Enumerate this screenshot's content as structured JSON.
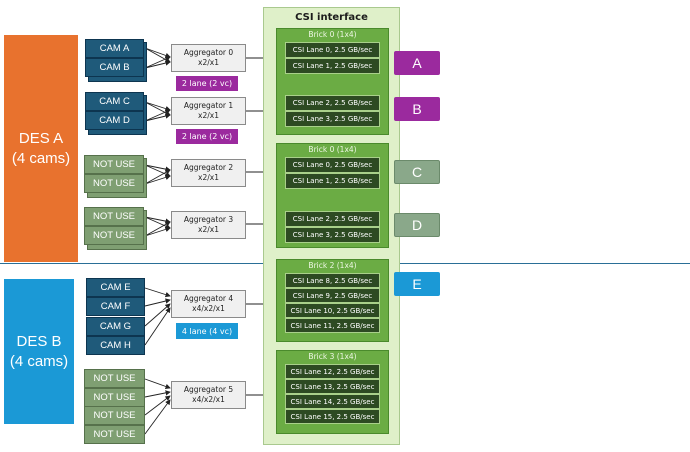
{
  "colors": {
    "des_a": "#e8722e",
    "des_b": "#1b99d6",
    "cam": "#1f5a7a",
    "not_use": "#7f9f72",
    "badge_purple": "#9b2a9e",
    "badge_blue": "#1b99d6",
    "letter_gray": "#8aa88a",
    "csi_bg": "#dff0c9",
    "brick": "#6bac44",
    "lane": "#2d4a22",
    "divider": "#2a6f97"
  },
  "des_a": "DES A\n(4 cams)",
  "des_b": "DES B\n(4 cams)",
  "cams": {
    "a": "CAM A",
    "b": "CAM B",
    "c": "CAM C",
    "d": "CAM D",
    "e": "CAM E",
    "f": "CAM F",
    "g": "CAM G",
    "h": "CAM H"
  },
  "not_use": "NOT USE",
  "aggregators": [
    {
      "name": "Aggregator 0",
      "mode": "x2/x1"
    },
    {
      "name": "Aggregator 1",
      "mode": "x2/x1"
    },
    {
      "name": "Aggregator 2",
      "mode": "x2/x1"
    },
    {
      "name": "Aggregator 3",
      "mode": "x2/x1"
    },
    {
      "name": "Aggregator 4",
      "mode": "x4/x2/x1"
    },
    {
      "name": "Aggregator 5",
      "mode": "x4/x2/x1"
    }
  ],
  "badges": {
    "agg0": "2 lane (2 vc)",
    "agg1": "2 lane (2 vc)",
    "agg4": "4 lane (4 vc)"
  },
  "csi_title": "CSI interface",
  "bricks": [
    {
      "title": "Brick 0 (1x4)",
      "lanes": [
        "CSI Lane 0, 2.5 GB/sec",
        "CSI Lane 1, 2.5 GB/sec",
        "CSI Lane 2, 2.5 GB/sec",
        "CSI Lane 3, 2.5 GB/sec"
      ]
    },
    {
      "title": "Brick 0 (1x4)",
      "lanes": [
        "CSI Lane 0, 2.5 GB/sec",
        "CSI Lane 1, 2.5 GB/sec",
        "CSI Lane 2, 2.5 GB/sec",
        "CSI Lane 3, 2.5 GB/sec"
      ]
    },
    {
      "title": "Brick 2 (1x4)",
      "lanes": [
        "CSI Lane 8, 2.5 GB/sec",
        "CSI Lane 9, 2.5 GB/sec",
        "CSI Lane 10, 2.5 GB/sec",
        "CSI Lane 11, 2.5 GB/sec"
      ]
    },
    {
      "title": "Brick 3 (1x4)",
      "lanes": [
        "CSI Lane 12, 2.5 GB/sec",
        "CSI Lane 13, 2.5 GB/sec",
        "CSI Lane 14, 2.5 GB/sec",
        "CSI Lane 15, 2.5 GB/sec"
      ]
    }
  ],
  "letters": [
    "A",
    "B",
    "C",
    "D",
    "E"
  ]
}
